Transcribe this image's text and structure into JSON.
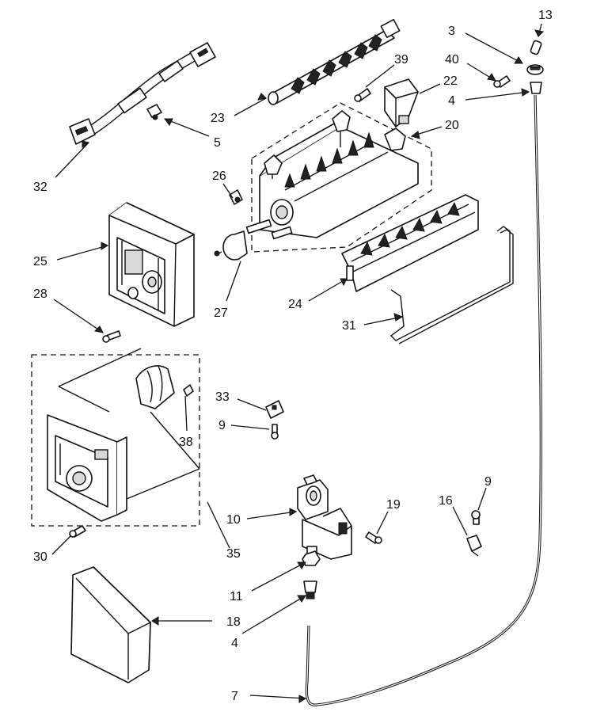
{
  "callouts": [
    {
      "id": "c13",
      "text": "13"
    },
    {
      "id": "c3",
      "text": "3"
    },
    {
      "id": "c40",
      "text": "40"
    },
    {
      "id": "c4a",
      "text": "4"
    },
    {
      "id": "c39",
      "text": "39"
    },
    {
      "id": "c22",
      "text": "22"
    },
    {
      "id": "c23",
      "text": "23"
    },
    {
      "id": "c20",
      "text": "20"
    },
    {
      "id": "c5",
      "text": "5"
    },
    {
      "id": "c32",
      "text": "32"
    },
    {
      "id": "c26",
      "text": "26"
    },
    {
      "id": "c25",
      "text": "25"
    },
    {
      "id": "c27",
      "text": "27"
    },
    {
      "id": "c24",
      "text": "24"
    },
    {
      "id": "c28",
      "text": "28"
    },
    {
      "id": "c31",
      "text": "31"
    },
    {
      "id": "c33",
      "text": "33"
    },
    {
      "id": "c9a",
      "text": "9"
    },
    {
      "id": "c38",
      "text": "38"
    },
    {
      "id": "c10",
      "text": "10"
    },
    {
      "id": "c19",
      "text": "19"
    },
    {
      "id": "c16",
      "text": "16"
    },
    {
      "id": "c9b",
      "text": "9"
    },
    {
      "id": "c30",
      "text": "30"
    },
    {
      "id": "c35",
      "text": "35"
    },
    {
      "id": "c11",
      "text": "11"
    },
    {
      "id": "c18",
      "text": "18"
    },
    {
      "id": "c4b",
      "text": "4"
    },
    {
      "id": "c7",
      "text": "7"
    }
  ],
  "colors": {
    "ink": "#111111",
    "paper": "#ffffff"
  }
}
